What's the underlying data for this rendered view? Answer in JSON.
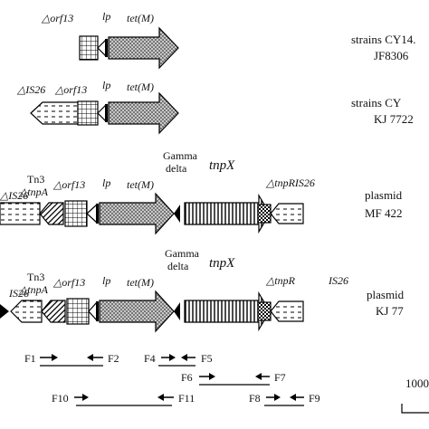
{
  "labels": {
    "orf13": "orf13",
    "lp": "lp",
    "tetM": "tet(M)",
    "IS26": "IS26",
    "Tn3": "Tn3",
    "tnpA": "tnpA",
    "gamma": "Gamma",
    "delta": "delta",
    "tnpX": "tnpX",
    "tnpR": "tnpR",
    "tnpRIS26": "tnpRIS26",
    "delta_sym": "△"
  },
  "side_labels": {
    "row1_line1": "strains CY14.",
    "row1_line2": "JF8306",
    "row2_line1": "strains CY",
    "row2_line2": "KJ 7722",
    "row3_line1": "plasmid",
    "row3_line2": "MF 422",
    "row4_line1": "plasmid",
    "row4_line2": "KJ 77"
  },
  "primers": {
    "F1": "F1",
    "F2": "F2",
    "F4": "F4",
    "F5": "F5",
    "F6": "F6",
    "F7": "F7",
    "F8": "F8",
    "F9": "F9",
    "F10": "F10",
    "F11": "F11"
  },
  "scale_bar": {
    "label": "1000"
  }
}
